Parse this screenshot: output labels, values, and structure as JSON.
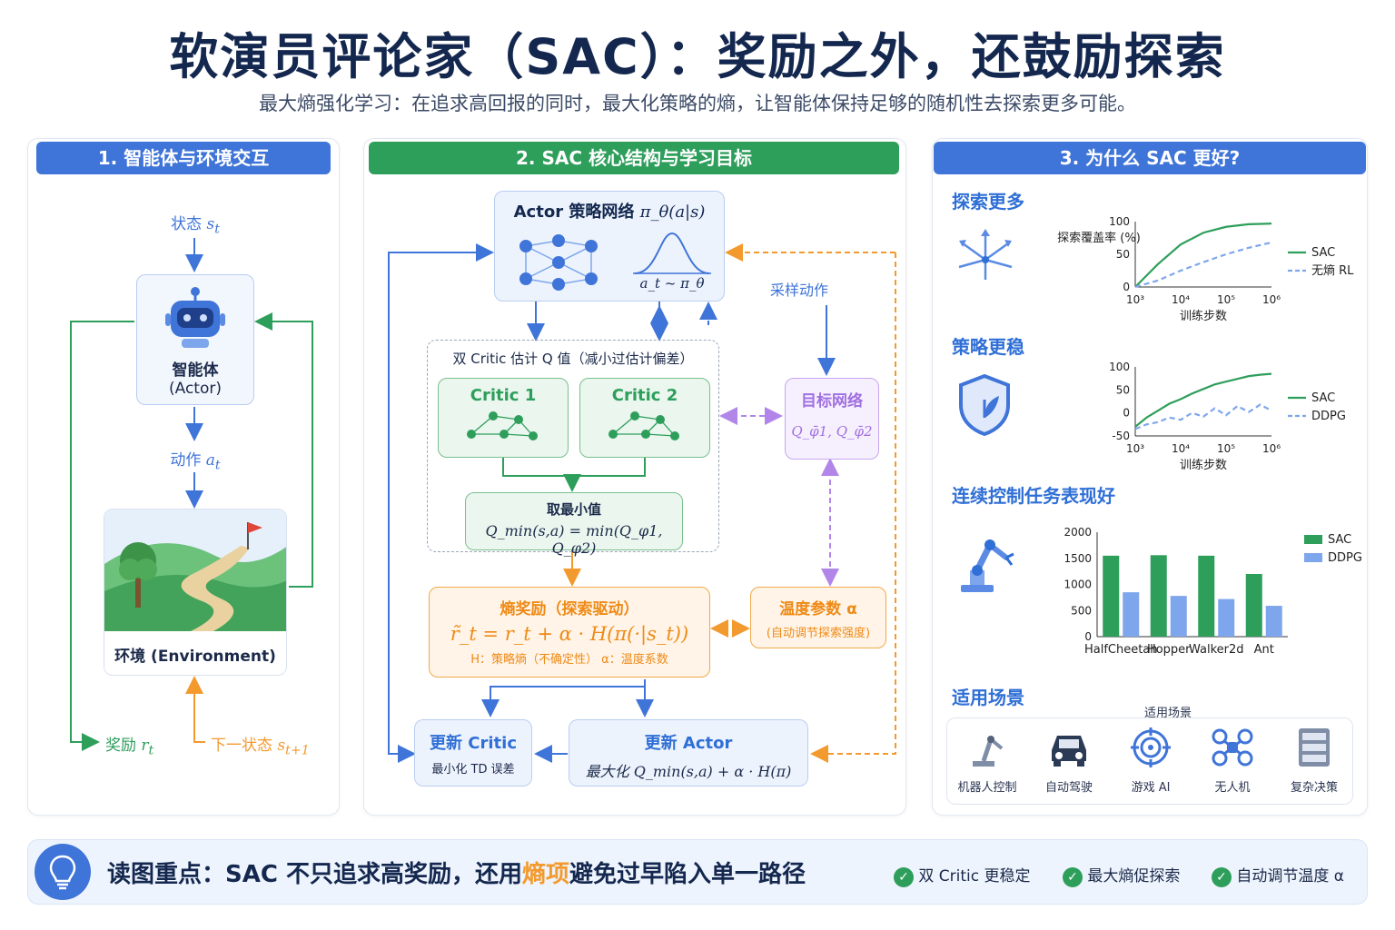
{
  "title": "软演员评论家（SAC）：奖励之外，还鼓励探索",
  "subtitle": "最大熵强化学习：在追求高回报的同时，最大化策略的熵，让智能体保持足够的随机性去探索更多可能。",
  "panel1": {
    "header": "1. 智能体与环境交互",
    "state": "状态",
    "state_sym": "s",
    "state_sub": "t",
    "agent_line1": "智能体",
    "agent_line2": "(Actor)",
    "action": "动作",
    "action_sym": "a",
    "action_sub": "t",
    "env": "环境 (Environment)",
    "reward": "奖励",
    "reward_sym": "r",
    "reward_sub": "t",
    "next_state": "下一状态",
    "next_sym": "s",
    "next_sub": "t+1"
  },
  "panel2": {
    "header": "2. SAC 核心结构与学习目标",
    "actor_title": "Actor 策略网络",
    "actor_formula": "π_θ(a|s)",
    "actor_sample": "a_t ~ π_θ",
    "sample_action": "采样动作",
    "double_critic": "双 Critic 估计 Q 值（减小过估计偏差）",
    "critic1": "Critic 1",
    "critic2": "Critic 2",
    "target_net": "目标网络",
    "target_formula": "Q_φ̄1, Q_φ̄2",
    "min_title": "取最小值",
    "min_formula": "Q_min(s,a) = min(Q_φ1, Q_φ2)",
    "entropy_title": "熵奖励（探索驱动）",
    "entropy_formula": "r̃_t = r_t + α · H(π(·|s_t))",
    "entropy_note": "H：策略熵（不确定性）   α：温度系数",
    "temp_title": "温度参数 α",
    "temp_note": "(自动调节探索强度)",
    "update_critic": "更新 Critic",
    "update_critic_note": "最小化 TD 误差",
    "update_actor": "更新 Actor",
    "update_actor_formula": "最大化 Q_min(s,a) + α · H(π)"
  },
  "panel3": {
    "header": "3. 为什么 SAC 更好?",
    "s1_title": "探索更多",
    "s2_title": "策略更稳",
    "s3_title": "连续控制任务表现好",
    "s4_title": "适用场景",
    "scene_caption": "适用场景",
    "scenes": [
      "机器人控制",
      "自动驾驶",
      "游戏 AI",
      "无人机",
      "复杂决策"
    ]
  },
  "chart_data": [
    {
      "type": "line",
      "ylabel": "探索覆盖率 (%)",
      "xlabel": "训练步数",
      "x_ticks": [
        "10³",
        "10⁴",
        "10⁵",
        "10⁶"
      ],
      "y_ticks": [
        0,
        50,
        100
      ],
      "ylim": [
        0,
        100
      ],
      "x": [
        3,
        3.5,
        4,
        4.5,
        5,
        5.5,
        6
      ],
      "series": [
        {
          "name": "SAC",
          "values": [
            0,
            35,
            65,
            83,
            92,
            96,
            97
          ],
          "color": "#2e9e5b"
        },
        {
          "name": "无熵 RL",
          "values": [
            0,
            10,
            25,
            38,
            50,
            60,
            68
          ],
          "color": "#7ea6ec"
        }
      ],
      "legend": "right"
    },
    {
      "type": "line",
      "xlabel": "训练步数",
      "x_ticks": [
        "10³",
        "10⁴",
        "10⁵",
        "10⁶"
      ],
      "y_ticks": [
        -50,
        0,
        50,
        100
      ],
      "ylim": [
        -50,
        100
      ],
      "x": [
        3,
        3.25,
        3.5,
        3.75,
        4,
        4.25,
        4.5,
        4.75,
        5,
        5.25,
        5.5,
        5.75,
        6
      ],
      "series": [
        {
          "name": "SAC",
          "values": [
            -30,
            -10,
            5,
            20,
            30,
            42,
            52,
            62,
            68,
            74,
            80,
            83,
            85
          ],
          "color": "#2e9e5b"
        },
        {
          "name": "DDPG",
          "values": [
            -35,
            -25,
            -20,
            -10,
            -15,
            0,
            -8,
            10,
            -5,
            15,
            2,
            18,
            5
          ],
          "color": "#7ea6ec"
        }
      ],
      "legend": "right"
    },
    {
      "type": "bar",
      "categories": [
        "HalfCheetah",
        "Hopper",
        "Walker2d",
        "Ant"
      ],
      "y_ticks": [
        0,
        500,
        1000,
        1500,
        2000
      ],
      "ylim": [
        0,
        2000
      ],
      "series": [
        {
          "name": "SAC",
          "values": [
            1550,
            1560,
            1550,
            1200
          ],
          "color": "#2e9e5b"
        },
        {
          "name": "DDPG",
          "values": [
            850,
            780,
            720,
            590
          ],
          "color": "#7ea6ec"
        }
      ],
      "legend": "right"
    }
  ],
  "bottom": {
    "lead": "读图重点：",
    "text_before": "SAC 不只追求高奖励，还用",
    "highlight": "熵项",
    "text_after": "避免过早陷入单一路径",
    "checks": [
      "双 Critic 更稳定",
      "最大熵促探索",
      "自动调节温度 α"
    ]
  },
  "colors": {
    "blue": "#3f74d8",
    "green": "#2e9e5b",
    "orange": "#f39a2e",
    "purple": "#b186e8",
    "navy": "#14284f"
  }
}
